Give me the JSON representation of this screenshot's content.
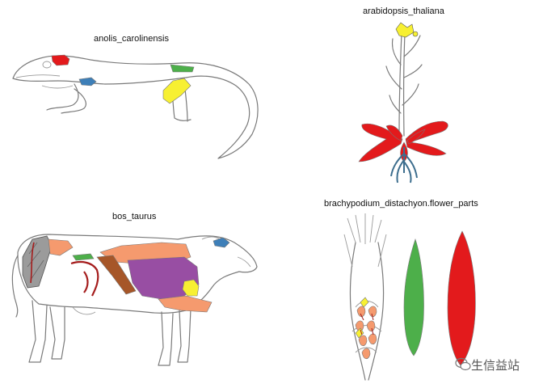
{
  "panels": {
    "anolis": {
      "title": "anolis_carolinensis"
    },
    "arabidopsis": {
      "title": "arabidopsis_thaliana"
    },
    "bos": {
      "title": "bos_taurus"
    },
    "brachypodium": {
      "title": "brachypodium_distachyon.flower_parts"
    }
  },
  "watermark": {
    "text": "生信益站",
    "icon": "wechat-icon"
  },
  "colors": {
    "red": "#e31a1c",
    "blue": "#3e7fb8",
    "green": "#4daf4a",
    "yellow": "#f7f032",
    "salmon": "#f59a6e",
    "purple": "#984ea3",
    "brown": "#a65628",
    "darkred": "#a51d1d",
    "grey": "#9b9b9b",
    "root": "#3d6e8e",
    "outline": "#7a7a7a"
  }
}
